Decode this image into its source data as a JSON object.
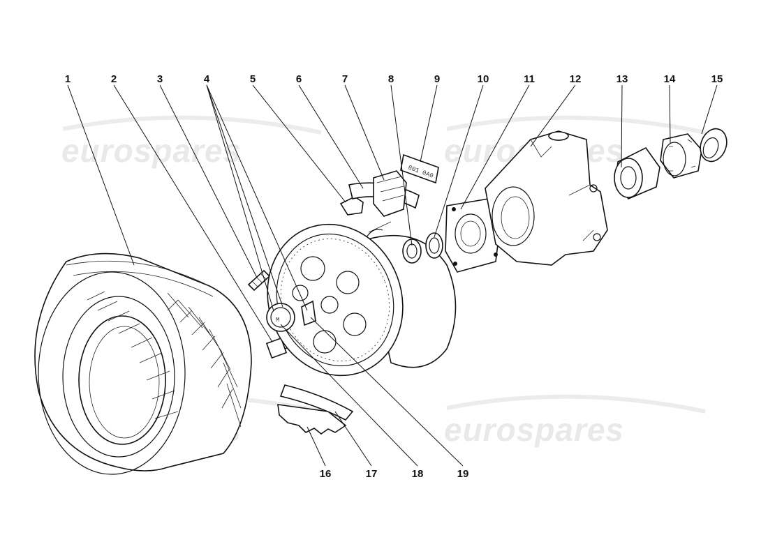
{
  "watermark": {
    "text_1": "eurospares",
    "text_2": "eurospares",
    "text_3": "eurospares",
    "text_4": "eurospares"
  },
  "gauge_markings": "801 0A0",
  "callouts": [
    "1",
    "2",
    "3",
    "4",
    "5",
    "6",
    "7",
    "8",
    "9",
    "10",
    "11",
    "12",
    "13",
    "14",
    "15",
    "16",
    "17",
    "18",
    "19"
  ]
}
